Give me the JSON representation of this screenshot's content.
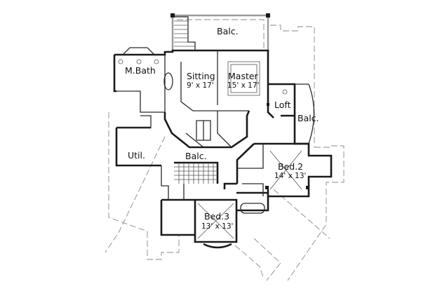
{
  "plan": {
    "type": "second-floor-plan",
    "colors": {
      "wall": "#1a1a1a",
      "dashed_outline": "#8a8a8a",
      "background": "#ffffff"
    },
    "rooms": [
      {
        "id": "balcony-top",
        "name": "Balc.",
        "dimensions": ""
      },
      {
        "id": "master-bath",
        "name": "M.Bath",
        "dimensions": ""
      },
      {
        "id": "sitting",
        "name": "Sitting",
        "dimensions": "9' x 17'"
      },
      {
        "id": "master",
        "name": "Master",
        "dimensions": "15' x 17'"
      },
      {
        "id": "loft",
        "name": "Loft",
        "dimensions": ""
      },
      {
        "id": "balcony-right",
        "name": "Balc.",
        "dimensions": ""
      },
      {
        "id": "utility",
        "name": "Util.",
        "dimensions": ""
      },
      {
        "id": "balcony-center",
        "name": "Balc.",
        "dimensions": ""
      },
      {
        "id": "bedroom-2",
        "name": "Bed.2",
        "dimensions": "14' x 13'"
      },
      {
        "id": "bedroom-3",
        "name": "Bed.3",
        "dimensions": "13' x 13'"
      }
    ]
  }
}
